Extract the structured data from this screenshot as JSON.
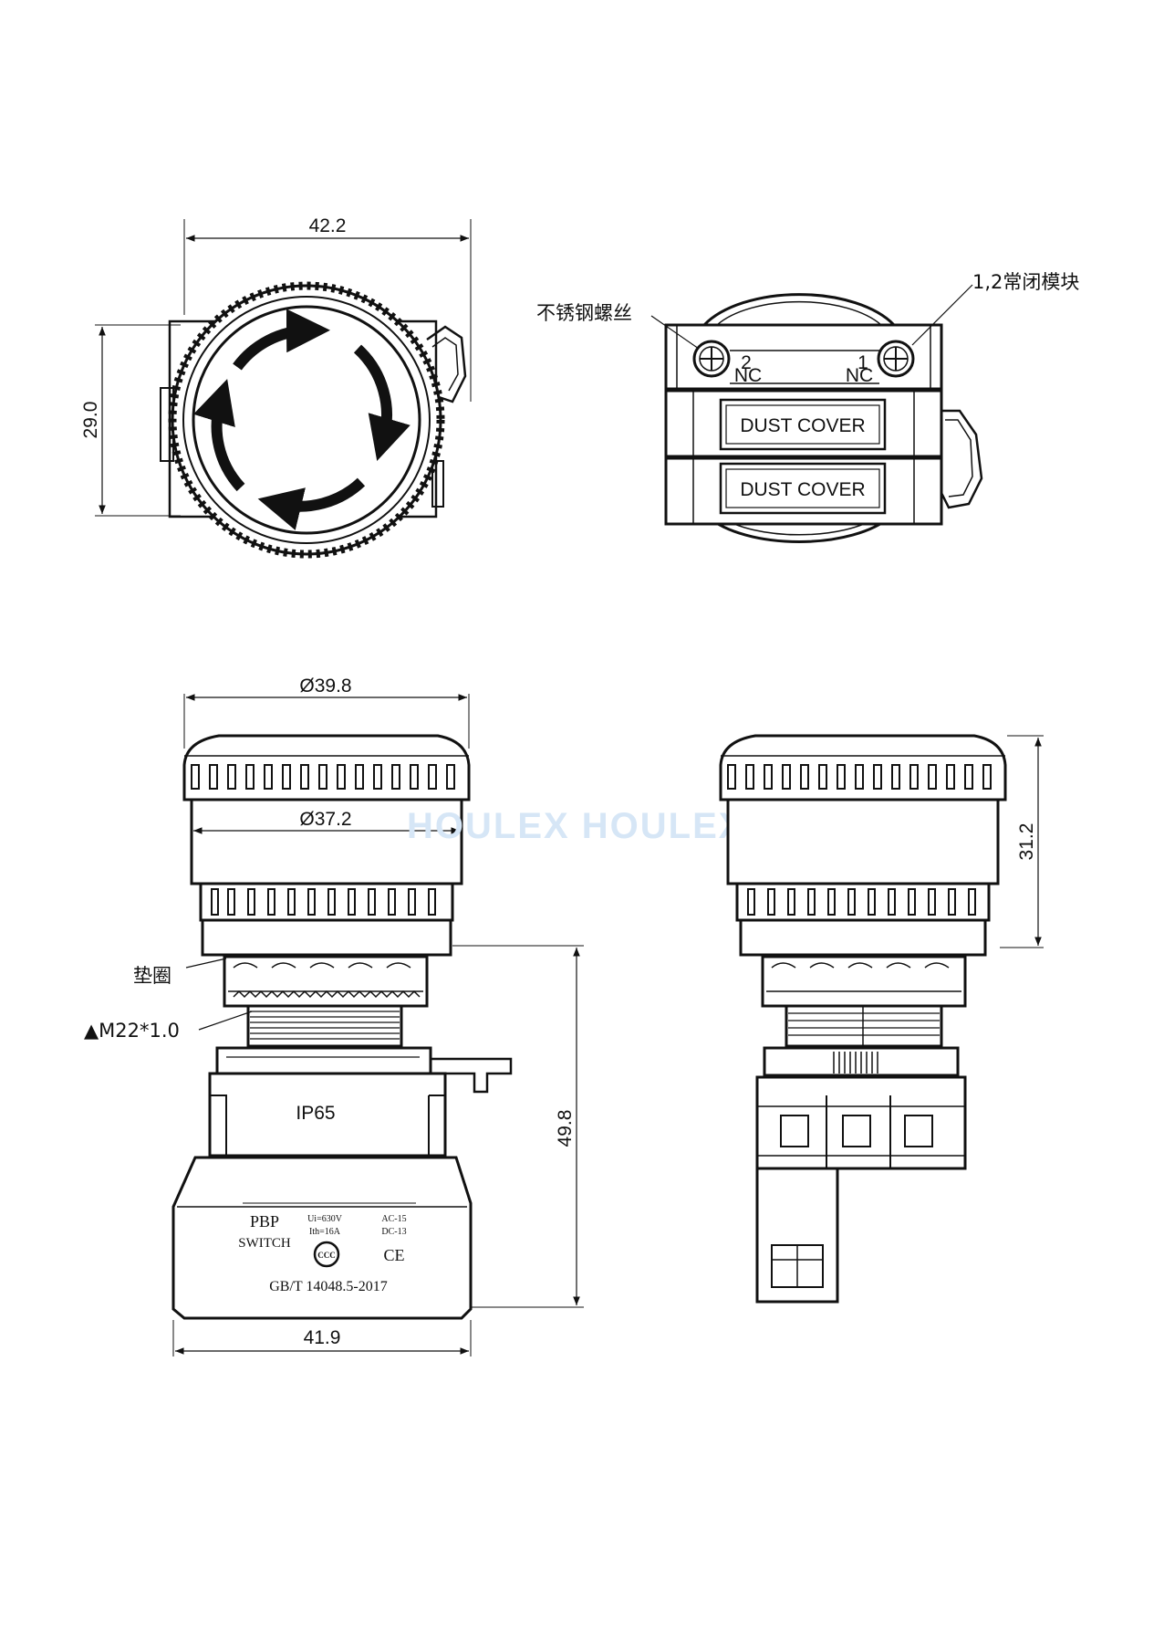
{
  "dimensions": {
    "top_width": "42.2",
    "top_height": "29.0",
    "cap_diameter": "Ø39.8",
    "body_diameter": "Ø37.2",
    "base_width": "41.9",
    "body_height": "49.8",
    "side_height": "31.2"
  },
  "callouts": {
    "stainless_screw": "不锈钢螺丝",
    "nc_module": "1,2常闭模块",
    "gasket": "垫圈",
    "thread": "▲M22*1.0"
  },
  "terminals": {
    "left_num": "2",
    "left_sub": "NC",
    "right_num": "1",
    "right_sub": "NC"
  },
  "panels": {
    "dust_cover_1": "DUST COVER",
    "dust_cover_2": "DUST COVER",
    "ip_rating": "IP65"
  },
  "label": {
    "brand_line1": "PBP",
    "brand_line2": "SWITCH",
    "rating1": "Ui=630V",
    "rating2": "Ith=16A",
    "cat1": "AC-15",
    "cat2": "DC-13",
    "ccc": "CCC",
    "ce": "CE",
    "standard": "GB/T 14048.5-2017"
  },
  "watermark": "HOULEX HOULEX"
}
